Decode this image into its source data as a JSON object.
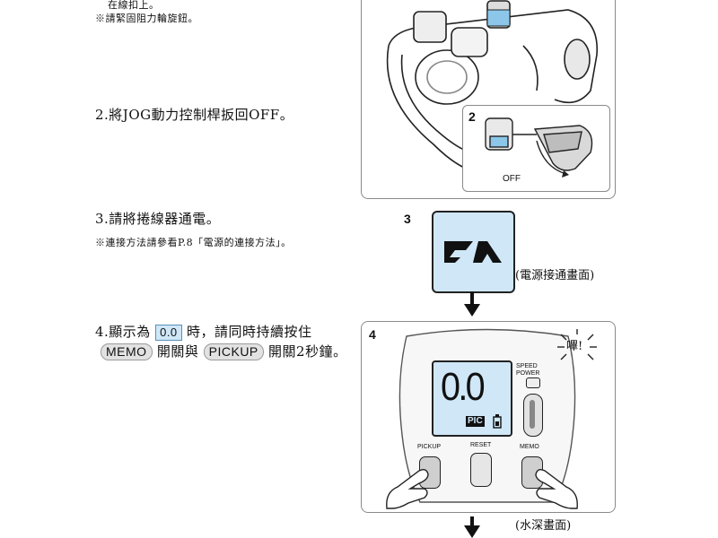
{
  "left": {
    "top_line": "在線扣上。",
    "top_note": "※請緊固阻力輪旋鈕。",
    "step2": "2.將JOG動力控制桿扳回OFF。",
    "step3": "3.請將捲線器通電。",
    "step3_note": "※連接方法請參看P.8「電源的連接方法」。",
    "step4_a": "4.顯示為",
    "step4_value": "0.0",
    "step4_b": "時，請同時持續按住",
    "memo_label": "MEMO",
    "step4_c": "開關與",
    "pickup_label": "PICKUP",
    "step4_d": "開關2秒鐘。"
  },
  "figures": {
    "fig2_number": "2",
    "fig2_off": "OFF",
    "fig3_number": "3",
    "fig3_caption": "(電源接通畫面)",
    "fig4_number": "4",
    "fig4_beep": "嗶!",
    "fig4_caption": "(水深畫面)"
  },
  "device": {
    "display_value": "0.0",
    "pic_label": "PIC",
    "speed_power_label_1": "SPEED",
    "speed_power_label_2": "POWER",
    "pickup_label": "PICKUP",
    "reset_label": "RESET",
    "memo_label": "MEMO"
  },
  "colors": {
    "lcd": "#cfe7f7",
    "chip": "#e2e2e2",
    "ink": "#111111"
  }
}
